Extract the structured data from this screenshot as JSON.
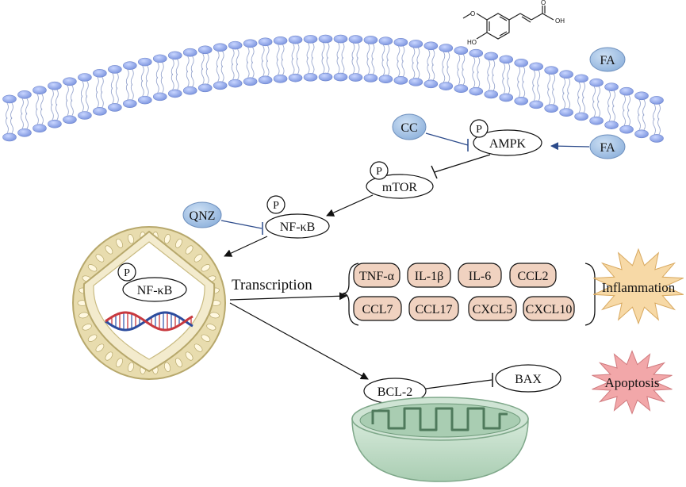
{
  "molecule": {
    "left_group": "O",
    "bottom_group": "HO",
    "right_group": "OH",
    "carbonyl": "O"
  },
  "molecules": {
    "fa_membrane": "FA",
    "fa_ampk": "FA",
    "cc": "CC",
    "qnz": "QNZ"
  },
  "nodes": {
    "ampk": {
      "label": "AMPK",
      "phospho": "P"
    },
    "mtor": {
      "label": "mTOR",
      "phospho": "P"
    },
    "nfkb_cytoplasm": {
      "label": "NF-κB",
      "phospho": "P"
    },
    "nfkb_nucleus": {
      "label": "NF-κB",
      "phospho": "P"
    },
    "bcl2": {
      "label": "BCL-2"
    },
    "bax": {
      "label": "BAX"
    }
  },
  "transcription_label": "Transcription",
  "cytokines": [
    "TNF-α",
    "IL-1β",
    "IL-6",
    "CCL2",
    "CCL7",
    "CCL17",
    "CXCL5",
    "CXCL10"
  ],
  "outcomes": {
    "inflammation": "Inflammation",
    "apoptosis": "Apoptosis"
  },
  "colors": {
    "lipid_head": "#8fa8e8",
    "molecule_fill": "#a9c6e8",
    "cytokine_fill": "#f0d2c0",
    "inflammation_burst": "#f7d9a6",
    "apoptosis_burst": "#f2a7a9",
    "nucleus_fill": "#e8dcae",
    "mito_fill": "#bcd8c2",
    "inhibitor_line": "#3a5a8c"
  }
}
